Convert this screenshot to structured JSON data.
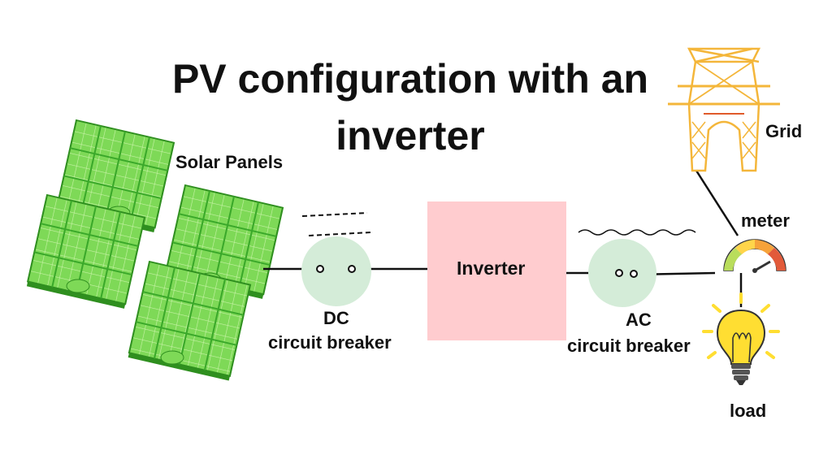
{
  "diagram": {
    "title_line1": "PV configuration with an",
    "title_line2": "inverter",
    "labels": {
      "solar_panels": "Solar Panels",
      "dc_breaker_1": "DC",
      "dc_breaker_2": "circuit breaker",
      "inverter": "Inverter",
      "ac_breaker_1": "AC",
      "ac_breaker_2": "circuit breaker",
      "grid": "Grid",
      "meter": "meter",
      "load": "load"
    }
  },
  "colors": {
    "panel_fill": "#7ed957",
    "panel_dark": "#2f8f1f",
    "panel_grid": "#c8f3a8",
    "breaker_circle": "#d4ecd8",
    "inverter_box": "#ffcccf",
    "tower": "#f4b63a",
    "tower_red": "#e05a2a",
    "bulb": "#ffde32",
    "wire": "#111111"
  },
  "icons": [
    "solar-panel-icon",
    "transmission-tower-icon",
    "meter-gauge-icon",
    "light-bulb-icon"
  ]
}
